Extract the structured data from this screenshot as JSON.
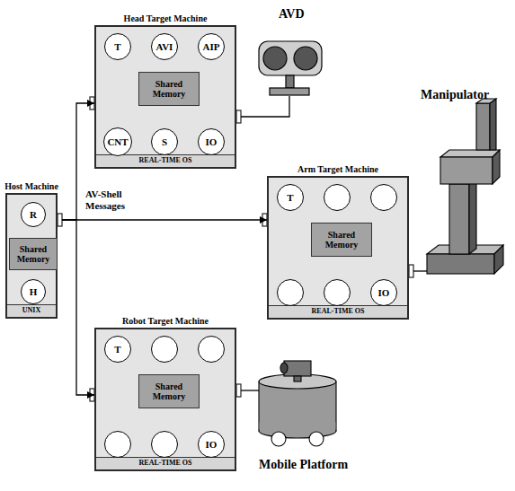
{
  "diagram": {
    "nodes": [
      {
        "text": [
          "Host Machine",
          "UNIX"
        ]
      },
      {
        "text": [
          "R"
        ],
        "in": 0
      },
      {
        "text": [
          "Shared Memory"
        ],
        "in": 0
      },
      {
        "text": [
          "H"
        ],
        "in": 0
      },
      {
        "text": [
          "Head Target Machine",
          "REAL-TIME OS"
        ]
      },
      {
        "text": [
          "T"
        ],
        "in": 4
      },
      {
        "text": [
          "AVI"
        ],
        "in": 4
      },
      {
        "text": [
          "AIP"
        ],
        "in": 4
      },
      {
        "text": [
          "Shared Memory"
        ],
        "in": 4
      },
      {
        "text": [
          "CNT"
        ],
        "in": 4
      },
      {
        "text": [
          "S"
        ],
        "in": 4
      },
      {
        "text": [
          "IO"
        ],
        "in": 4
      },
      {
        "text": [
          "Arm Target Machine",
          "REAL-TIME OS"
        ]
      },
      {
        "text": [
          "T"
        ],
        "in": 12
      },
      {
        "text": [
          "Shared Memory"
        ],
        "in": 12
      },
      {
        "text": [
          "IO"
        ],
        "in": 12
      },
      {
        "text": [
          "Robot Target Machine",
          "REAL-TIME OS"
        ]
      },
      {
        "text": [
          "T"
        ],
        "in": 16
      },
      {
        "text": [
          "Shared Memory"
        ],
        "in": 16
      },
      {
        "text": [
          "IO"
        ],
        "in": 16
      }
    ],
    "edges": [
      {
        "from": 0,
        "to": 4,
        "arrow": "to"
      },
      {
        "from": 0,
        "to": 12,
        "arrow": "to"
      },
      {
        "from": 0,
        "to": 16,
        "arrow": "to"
      },
      {
        "from": 1,
        "to": 2,
        "arrow": "both"
      },
      {
        "from": 3,
        "to": 2,
        "arrow": "both"
      },
      {
        "from": 5,
        "to": 8,
        "arrow": "both"
      },
      {
        "from": 6,
        "to": 8,
        "arrow": "both"
      },
      {
        "from": 7,
        "to": 8,
        "arrow": "both"
      },
      {
        "from": 9,
        "to": 8,
        "arrow": "both"
      },
      {
        "from": 10,
        "to": 8,
        "arrow": "both"
      },
      {
        "from": 11,
        "to": 8,
        "arrow": "both"
      },
      {
        "from": 13,
        "to": 14,
        "arrow": "both"
      },
      {
        "from": 15,
        "to": 14,
        "arrow": "both"
      },
      {
        "from": 17,
        "to": 18,
        "arrow": "both"
      },
      {
        "from": 19,
        "to": 18,
        "arrow": "both"
      }
    ],
    "labels": [
      "AVD",
      "AV-Shell Messages",
      "Manipulator",
      "Mobile Platform"
    ]
  }
}
